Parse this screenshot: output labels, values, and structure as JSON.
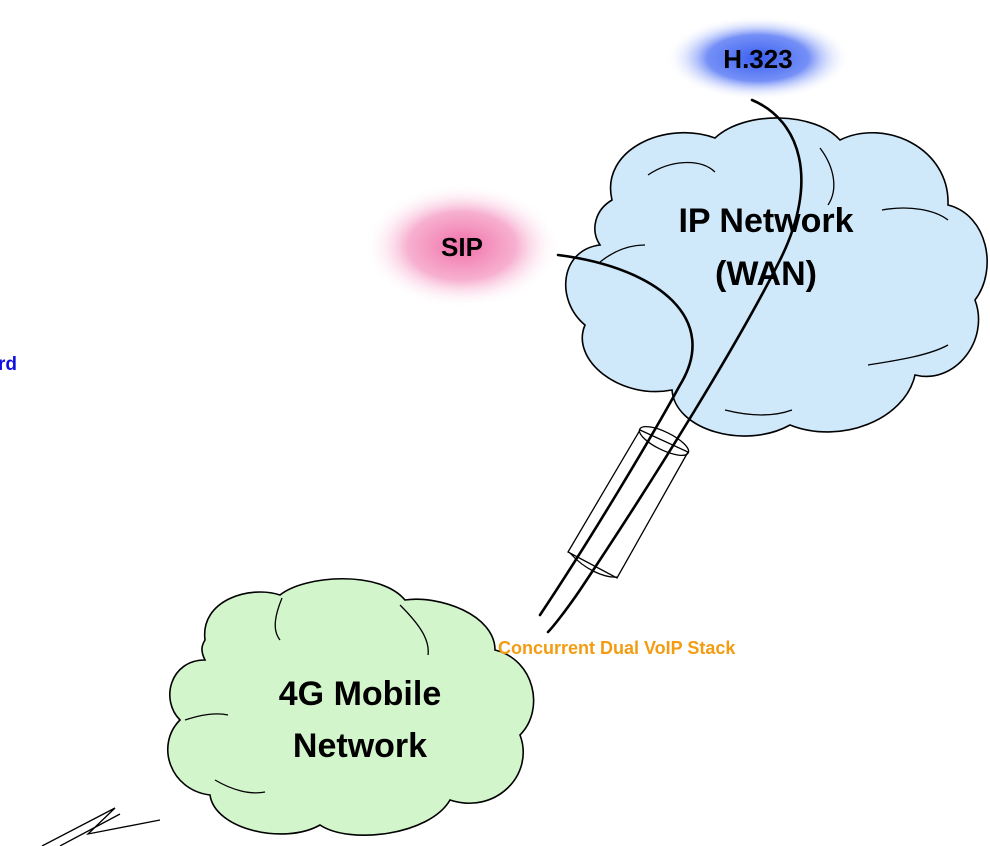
{
  "clouds": {
    "ip_network": {
      "line1": "IP Network",
      "line2": "(WAN)",
      "fill": "#cfe9fb"
    },
    "mobile_network": {
      "line1": "4G Mobile",
      "line2": "Network",
      "fill": "#d3f5cc"
    }
  },
  "protocols": {
    "h323": {
      "label": "H.323",
      "glow": "#3a5ef0"
    },
    "sip": {
      "label": "SIP",
      "glow": "#f06ea8"
    }
  },
  "stack_label": {
    "text": "Concurrent Dual VoIP Stack",
    "color": "#f39c12"
  },
  "edge_text": {
    "text": "rd",
    "color": "#1010e0"
  }
}
